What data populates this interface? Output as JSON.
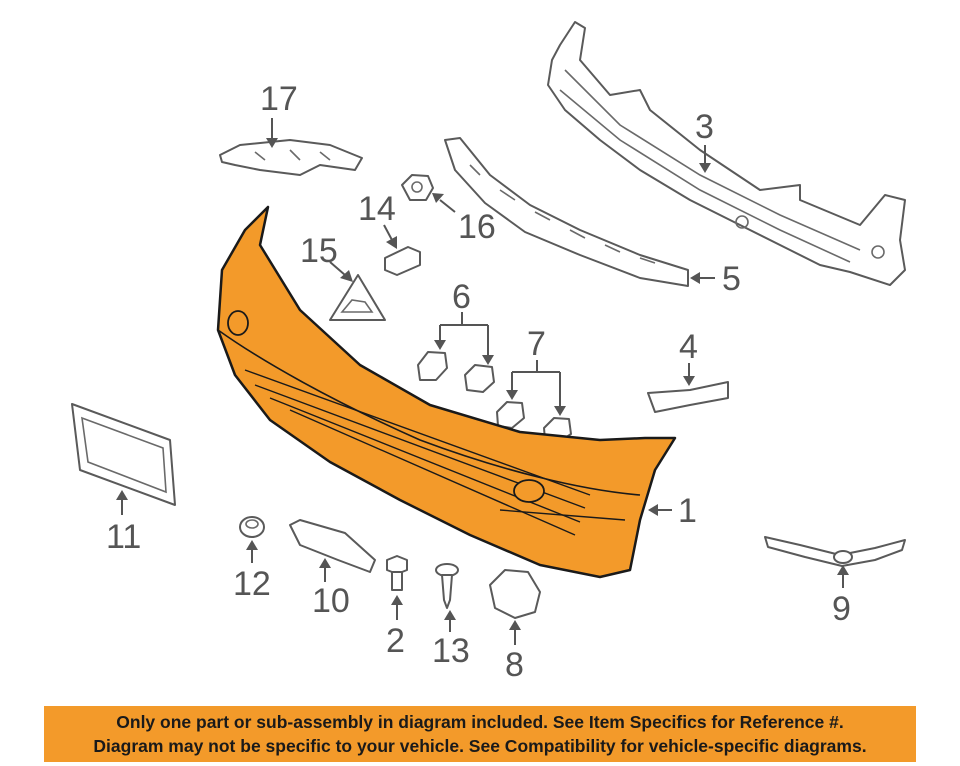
{
  "diagram": {
    "callouts": [
      {
        "id": "1",
        "text": "1"
      },
      {
        "id": "2",
        "text": "2"
      },
      {
        "id": "3",
        "text": "3"
      },
      {
        "id": "4",
        "text": "4"
      },
      {
        "id": "5",
        "text": "5"
      },
      {
        "id": "6",
        "text": "6"
      },
      {
        "id": "7",
        "text": "7"
      },
      {
        "id": "8",
        "text": "8"
      },
      {
        "id": "9",
        "text": "9"
      },
      {
        "id": "10",
        "text": "10"
      },
      {
        "id": "11",
        "text": "11"
      },
      {
        "id": "12",
        "text": "12"
      },
      {
        "id": "13",
        "text": "13"
      },
      {
        "id": "14",
        "text": "14"
      },
      {
        "id": "15",
        "text": "15"
      },
      {
        "id": "16",
        "text": "16"
      },
      {
        "id": "17",
        "text": "17"
      }
    ],
    "highlight_color": "#f39a2a",
    "line_color": "#555555"
  },
  "notice": {
    "line1": "Only one part or sub-assembly in diagram included. See Item Specifics for Reference #.",
    "line2": "Diagram may not be specific to your vehicle. See Compatibility for vehicle-specific diagrams."
  }
}
